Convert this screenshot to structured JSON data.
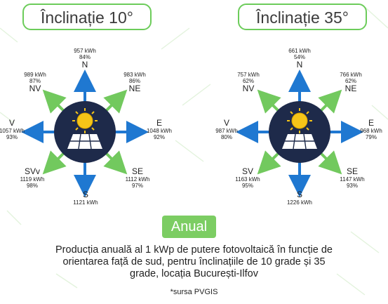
{
  "panels": [
    {
      "title": "Înclinație 10°",
      "north": {
        "dir": "N",
        "kwh": "957 kWh",
        "pct": "84%"
      },
      "northwest": {
        "dir": "NV",
        "kwh": "989 kWh",
        "pct": "87%"
      },
      "northeast": {
        "dir": "NE",
        "kwh": "983 kWh",
        "pct": "86%"
      },
      "west": {
        "dir": "V",
        "kwh": "1057 kWh",
        "pct": "93%"
      },
      "east": {
        "dir": "E",
        "kwh": "1048 kWh",
        "pct": "92%"
      },
      "southwest": {
        "dir": "SVv",
        "kwh": "1119 kWh",
        "pct": "98%"
      },
      "southeast": {
        "dir": "SE",
        "kwh": "1112 kWh",
        "pct": "97%"
      },
      "south": {
        "dir": "S",
        "kwh": "1121 kWh"
      }
    },
    {
      "title": "Înclinație 35°",
      "north": {
        "dir": "N",
        "kwh": "661 kWh",
        "pct": "54%"
      },
      "northwest": {
        "dir": "NV",
        "kwh": "757 kWh",
        "pct": "62%"
      },
      "northeast": {
        "dir": "NE",
        "kwh": "766 kWh",
        "pct": "62%"
      },
      "west": {
        "dir": "V",
        "kwh": "987 kWh",
        "pct": "80%"
      },
      "east": {
        "dir": "E",
        "kwh": "968 kWh",
        "pct": "79%"
      },
      "southwest": {
        "dir": "SV",
        "kwh": "1163 kWh",
        "pct": "95%"
      },
      "southeast": {
        "dir": "SE",
        "kwh": "1147 kWh",
        "pct": "93%"
      },
      "south": {
        "dir": "S",
        "kwh": "1226 kWh"
      }
    }
  ],
  "badge": "Anual",
  "description": "Producția anuală al 1 kWp de putere fotovoltaică în funcție de orientarea față de sud, pentru înclinațiile de 10 grade și 35 grade, locația București-Ilfov",
  "source": "*sursa PVGIS",
  "colors": {
    "accent_green": "#6ccc5a",
    "arrow_blue": "#1f78d1",
    "arrow_green": "#72c95e",
    "hub_navy": "#1e2a4a",
    "sun_yellow": "#f5c518"
  },
  "icons": [
    "sun-icon",
    "solar-panel-icon"
  ]
}
